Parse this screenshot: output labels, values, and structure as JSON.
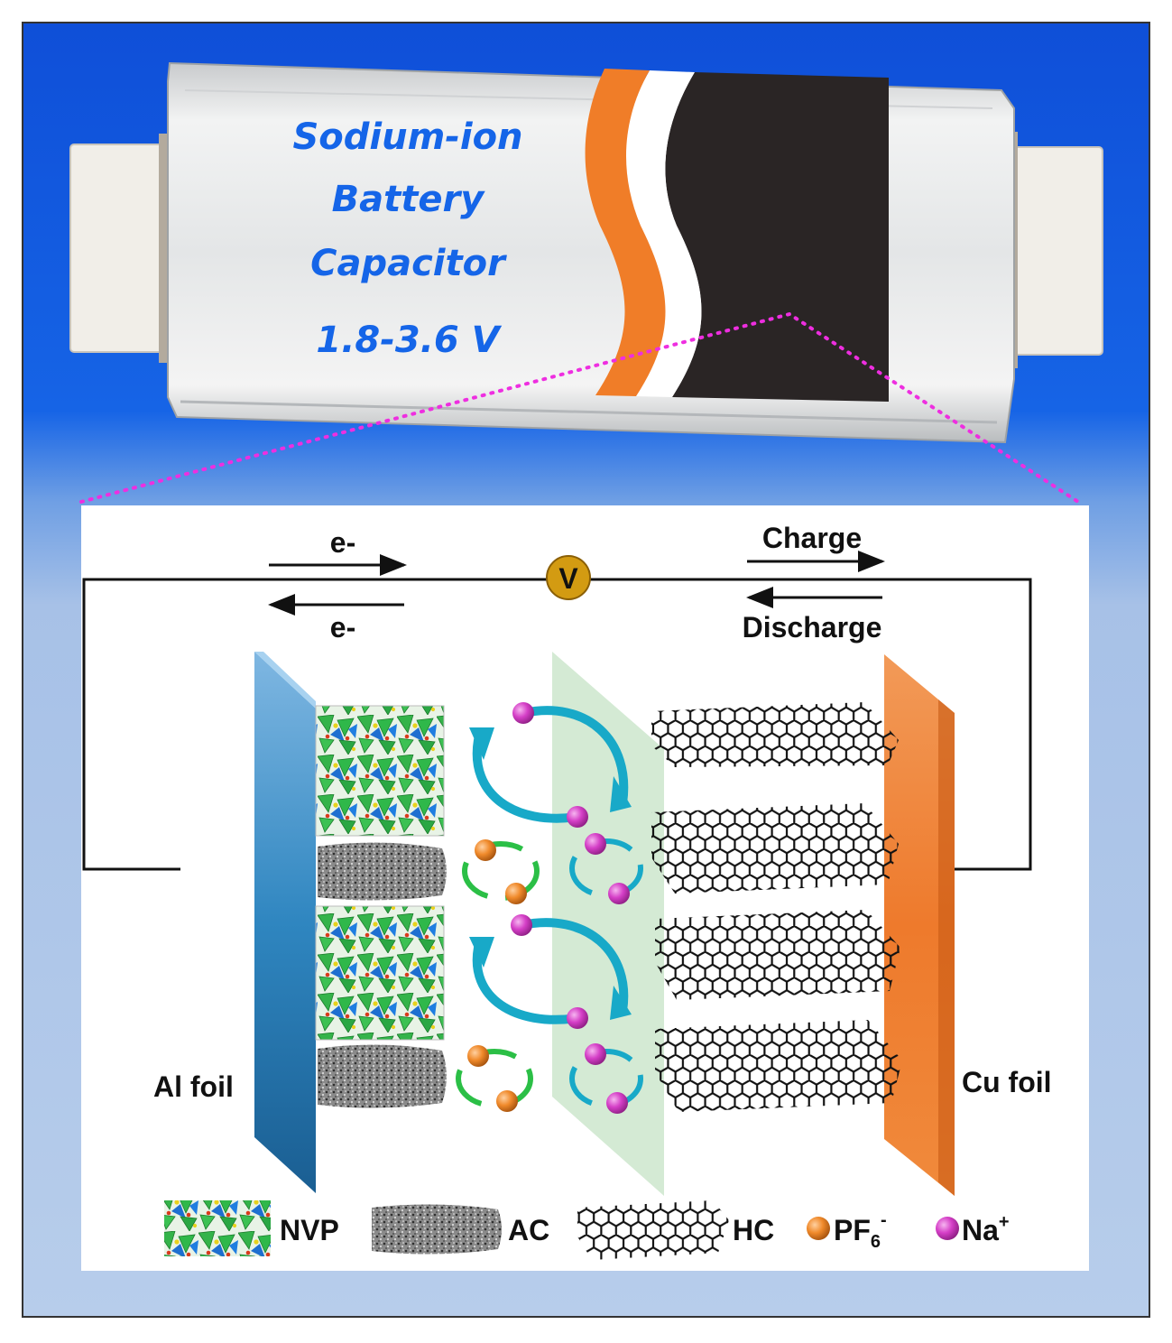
{
  "battery": {
    "title_lines": [
      "Sodium-ion",
      "Battery",
      "Capacitor",
      "1.8-3.6 V"
    ]
  },
  "circuit": {
    "electron_top": "e-",
    "electron_bottom": "e-",
    "voltmeter": "V",
    "charge": "Charge",
    "discharge": "Discharge",
    "left_current_collector": "Al foil",
    "right_current_collector": "Cu foil"
  },
  "legend": {
    "nvp": "NVP",
    "ac": "AC",
    "hc": "HC",
    "pf6_base": "PF",
    "pf6_sub": "6",
    "pf6_sup": "-",
    "na_base": "Na",
    "na_sup": "+"
  },
  "colors": {
    "background_blue": "#1257e0",
    "panel_blue": "#a9c3e6",
    "battery_text": "#1565e8",
    "orange_stripe": "#f07d28",
    "black_stripe": "#2a2525",
    "al_foil": "#2f86c0",
    "cu_foil": "#ee7a2c",
    "separator": "#cfe8cf",
    "na_ion": "#d53fc7",
    "pf6_ion": "#f08a2b",
    "voltmeter": "#d39b12",
    "dotted_line": "#ee2ee0",
    "nvp_green": "#2fb84a",
    "nvp_blue": "#1e6fd0"
  }
}
